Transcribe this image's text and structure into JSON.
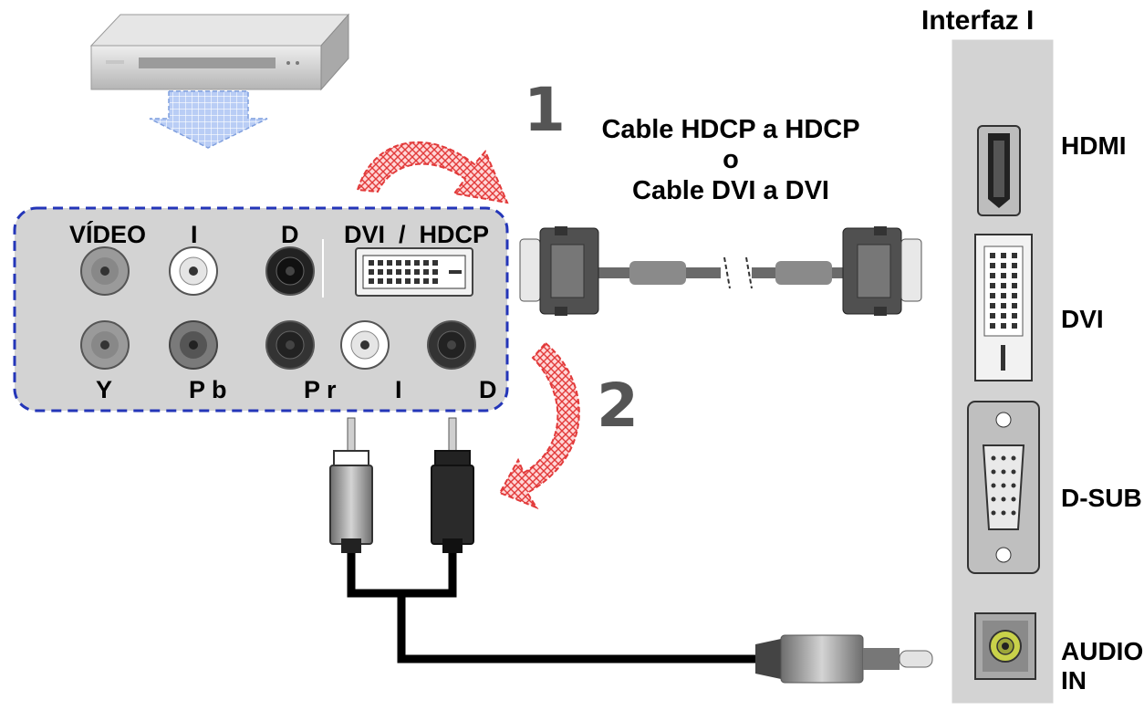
{
  "panel_title": "Interfaz I",
  "panel_ports": [
    {
      "label": "HDMI",
      "icon": "hdmi-port-icon"
    },
    {
      "label": "DVI",
      "icon": "dvi-port-icon"
    },
    {
      "label": "D-SUB",
      "icon": "vga-port-icon"
    },
    {
      "label": "AUDIO\nIN",
      "icon": "audio-jack-icon"
    }
  ],
  "steps": [
    {
      "number": "1",
      "caption_lines": [
        "Cable HDCP a HDCP",
        "o",
        "Cable DVI a DVI"
      ]
    },
    {
      "number": "2"
    }
  ],
  "source_panel": {
    "top_labels": [
      "VÍDEO",
      "I",
      "D",
      "DVI  /  HDCP"
    ],
    "bottom_labels": [
      "Y",
      "P b",
      "P r",
      "I",
      "D"
    ]
  },
  "colors": {
    "dashed_border": "#2436b8",
    "arrow": "#e23a3a",
    "panel_gray": "#d3d3d3",
    "step_number": "#555555"
  }
}
